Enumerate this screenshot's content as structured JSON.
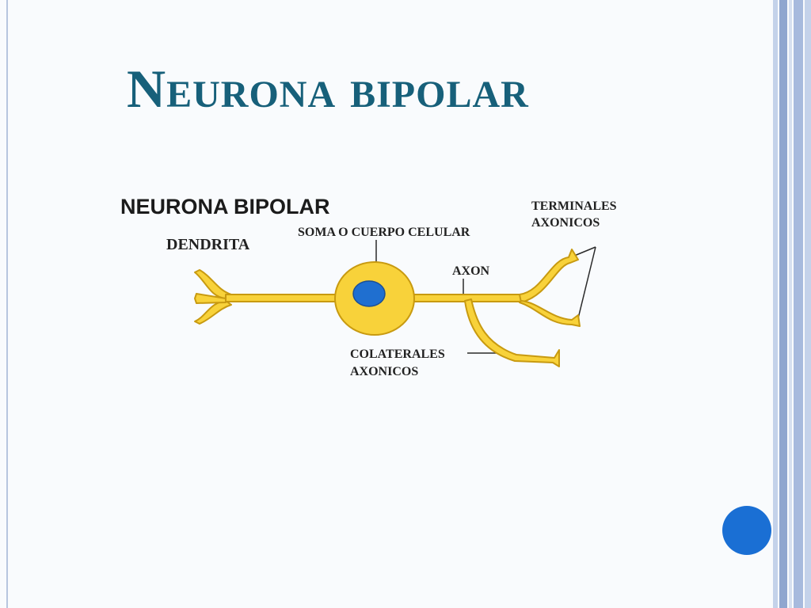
{
  "slide": {
    "title": "Neurona bipolar"
  },
  "figure": {
    "heading": "NEURONA BIPOLAR",
    "labels": {
      "dendrite": "DENDRITA",
      "soma": "SOMA O CUERPO CELULAR",
      "axon": "AXON",
      "terminals_line1": "TERMINALES",
      "terminals_line2": "AXONICOS",
      "collaterals_line1": "COLATERALES",
      "collaterals_line2": "AXONICOS"
    }
  },
  "colors": {
    "title": "#17607a",
    "neuron_fill": "#f8d23a",
    "neuron_outline": "#c89a10",
    "nucleus": "#1f6fd0",
    "accent_button": "#1a6fd4",
    "side_bar_dark": "#8fa6cf",
    "side_bar_light": "#c4d2ea"
  },
  "controls": {
    "nav_button_icon": "circle-icon"
  }
}
